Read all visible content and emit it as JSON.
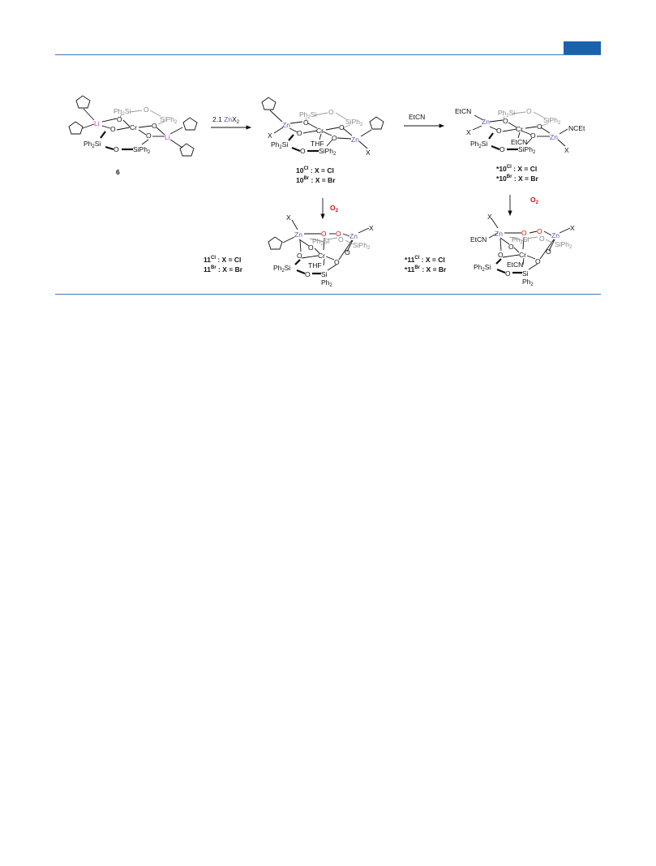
{
  "header": {
    "accent_color": "#1b62ad",
    "rule_color": "#3a78b8"
  },
  "scheme": {
    "compound_6": {
      "number": "6",
      "metal_label": "Li",
      "metal_color": "#d13ad3"
    },
    "step1": {
      "reagent_prefix": "2.1 ",
      "reagent_metal": "Zn",
      "reagent_suffix": "X",
      "reagent_sub": "2"
    },
    "step2": {
      "reagent": "EtCN"
    },
    "step3": {
      "reagent": "O",
      "reagent_sub": "2",
      "reagent_color": "#d01010"
    },
    "step4": {
      "reagent": "O",
      "reagent_sub": "2",
      "reagent_color": "#d01010"
    },
    "labels": {
      "c10_cl": {
        "prefix": "",
        "num": "10",
        "sup": "Cl",
        "text": " : X = Cl"
      },
      "c10_br": {
        "prefix": "",
        "num": "10",
        "sup": "Br",
        "text": " : X = Br"
      },
      "c10s_cl": {
        "prefix": "*",
        "num": "10",
        "sup": "Cl",
        "text": " : X = Cl"
      },
      "c10s_br": {
        "prefix": "*",
        "num": "10",
        "sup": "Br",
        "text": " : X = Br"
      },
      "c11_cl": {
        "prefix": "",
        "num": "11",
        "sup": "Cl",
        "text": " : X = Cl"
      },
      "c11_br": {
        "prefix": "",
        "num": "11",
        "sup": "Br",
        "text": " : X = Br"
      },
      "c11s_cl": {
        "prefix": "*",
        "num": "11",
        "sup": "Cl",
        "text": " : X = Cl"
      },
      "c11s_br": {
        "prefix": "*",
        "num": "11",
        "sup": "Br",
        "text": " : X = Br"
      }
    },
    "atoms": {
      "cr": "Cr",
      "o": "O",
      "zn": "Zn",
      "li": "Li",
      "x": "X",
      "thf": "THF",
      "etcn": "EtCN",
      "ncet": "NCEt",
      "ph2si": "Ph",
      "si": "Si",
      "siph": "SiPh",
      "two": "2",
      "ph2": "Ph"
    }
  }
}
